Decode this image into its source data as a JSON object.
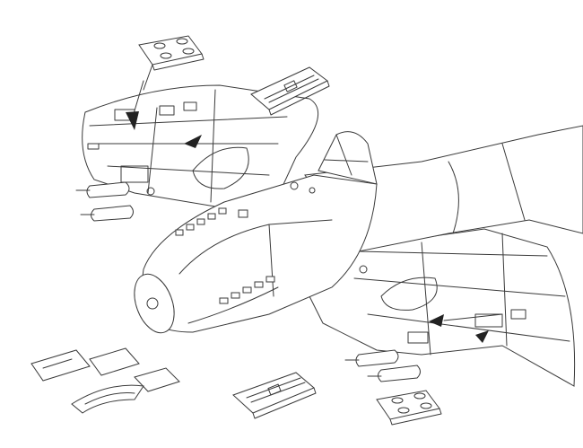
{
  "colors": {
    "background": "#ffffff",
    "line": "#3a3a3a",
    "arrow": "#222222"
  },
  "icons": [
    "arrow-pointer",
    "wheel-well-insert",
    "gun-bay-insert",
    "panel-cover"
  ]
}
